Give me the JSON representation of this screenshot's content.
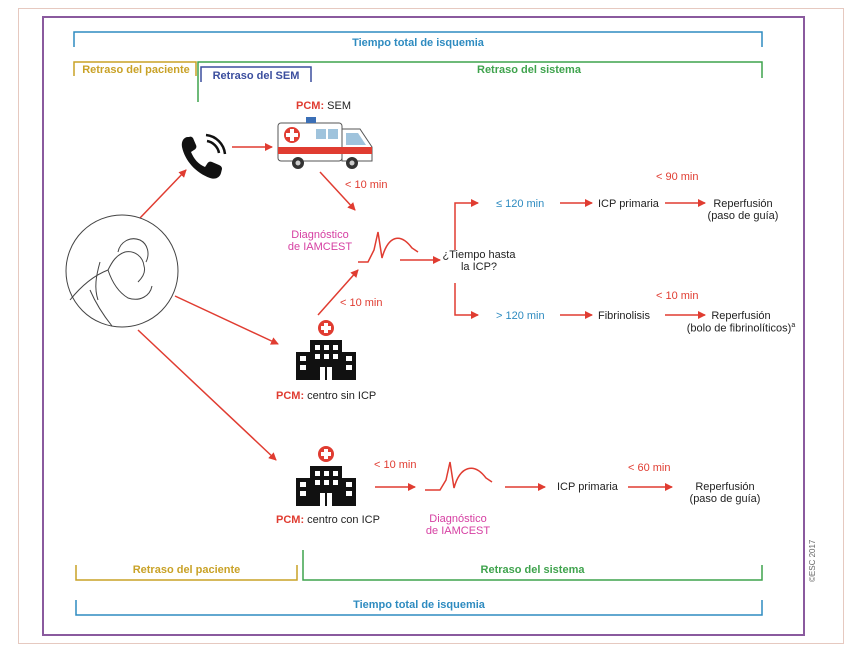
{
  "brackets": {
    "total_top": "Tiempo total de isquemia",
    "patient_top": "Retraso del paciente",
    "ems_top": "Retraso del SEM",
    "system_top": "Retraso del sistema",
    "patient_bottom": "Retraso del paciente",
    "system_bottom": "Retraso del sistema",
    "total_bottom": "Tiempo total de isquemia"
  },
  "fmc": {
    "prefix": "PCM:",
    "ems": "SEM",
    "no_pci": "centro sin ICP",
    "pci": "centro con ICP"
  },
  "diagnosis": {
    "line1": "Diagnóstico",
    "line2": "de IAMCEST"
  },
  "times": {
    "ems_to_dx": "< 10 min",
    "center_to_dx": "< 10 min",
    "pci_center_to_dx": "< 10 min",
    "pci_limit": "< 90 min",
    "fibrinolysis_limit": "< 10 min",
    "pci_center_limit": "< 60 min"
  },
  "decision": {
    "line1": "¿Tiempo hasta",
    "line2": "la ICP?",
    "short": "≤ 120 min",
    "long": "> 120 min"
  },
  "treatments": {
    "primary_pci": "ICP primaria",
    "fibrinolysis": "Fibrinolisis",
    "primary_pci_2": "ICP primaria"
  },
  "outcomes": {
    "reperfusion": "Reperfusión",
    "wire": "(paso de guía)",
    "reperfusion_2": "Reperfusión",
    "bolus": "(bolo de fibrinolíticos)",
    "bolus_sup": "a",
    "reperfusion_3": "Reperfusión",
    "wire_2": "(paso de guía)"
  },
  "footer": {
    "copyright": "©ESC 2017"
  },
  "colors": {
    "frame": "#8a5a9e",
    "total_bracket": "#2e8bc0",
    "patient_bracket": "#c9a227",
    "ems_bracket": "#3b4e9e",
    "system_bracket": "#3fa34d",
    "arrow": "#e03c31",
    "diagnosis_text": "#d63fa2"
  },
  "icons": [
    "patient-illustration",
    "phone-icon",
    "ambulance-icon",
    "hospital-icon",
    "ecg-icon"
  ]
}
